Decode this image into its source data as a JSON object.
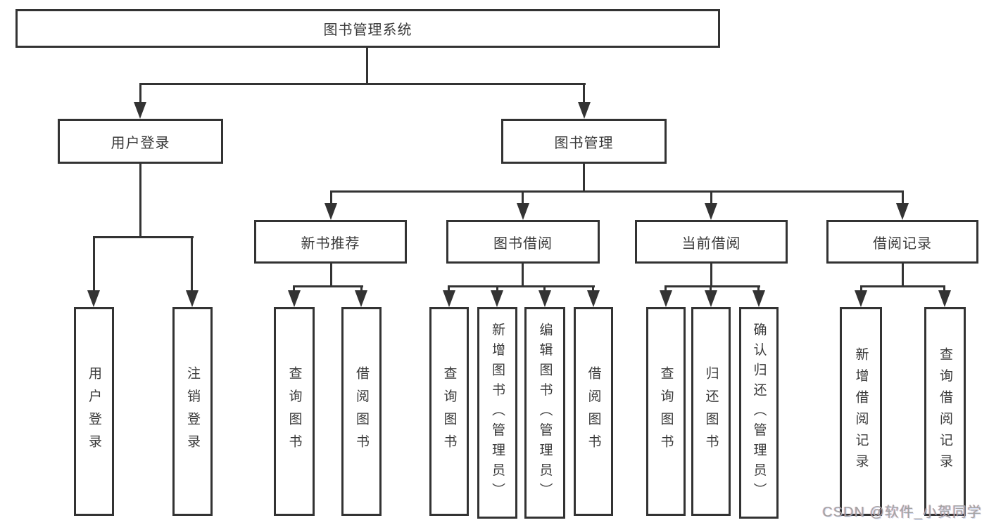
{
  "diagram": {
    "title": "图书管理系统",
    "level2": {
      "user_login": "用户登录",
      "book_management": "图书管理"
    },
    "level3": {
      "new_book_recommend": "新书推荐",
      "book_borrow": "图书借阅",
      "current_borrow": "当前借阅",
      "borrow_records": "借阅记录"
    },
    "leaves": {
      "user_login": "用户登录",
      "logout": "注销登录",
      "nb_query_book": "查询图书",
      "nb_borrow_book": "借阅图书",
      "bb_query_book": "查询图书",
      "bb_add_book_admin": "新增图书（管理员）",
      "bb_edit_book_admin": "编辑图书（管理员）",
      "bb_borrow_book": "借阅图书",
      "cb_query_book": "查询图书",
      "cb_return_book": "归还图书",
      "cb_confirm_return_admin": "确认归还（管理员）",
      "br_add_record": "新增借阅记录",
      "br_query_record": "查询借阅记录"
    },
    "watermark": "CSDN @软件_小贺同学",
    "colors": {
      "line": "#333333",
      "text": "#3a3a3a",
      "watermark": "#a3a3a3",
      "background": "#ffffff"
    }
  }
}
